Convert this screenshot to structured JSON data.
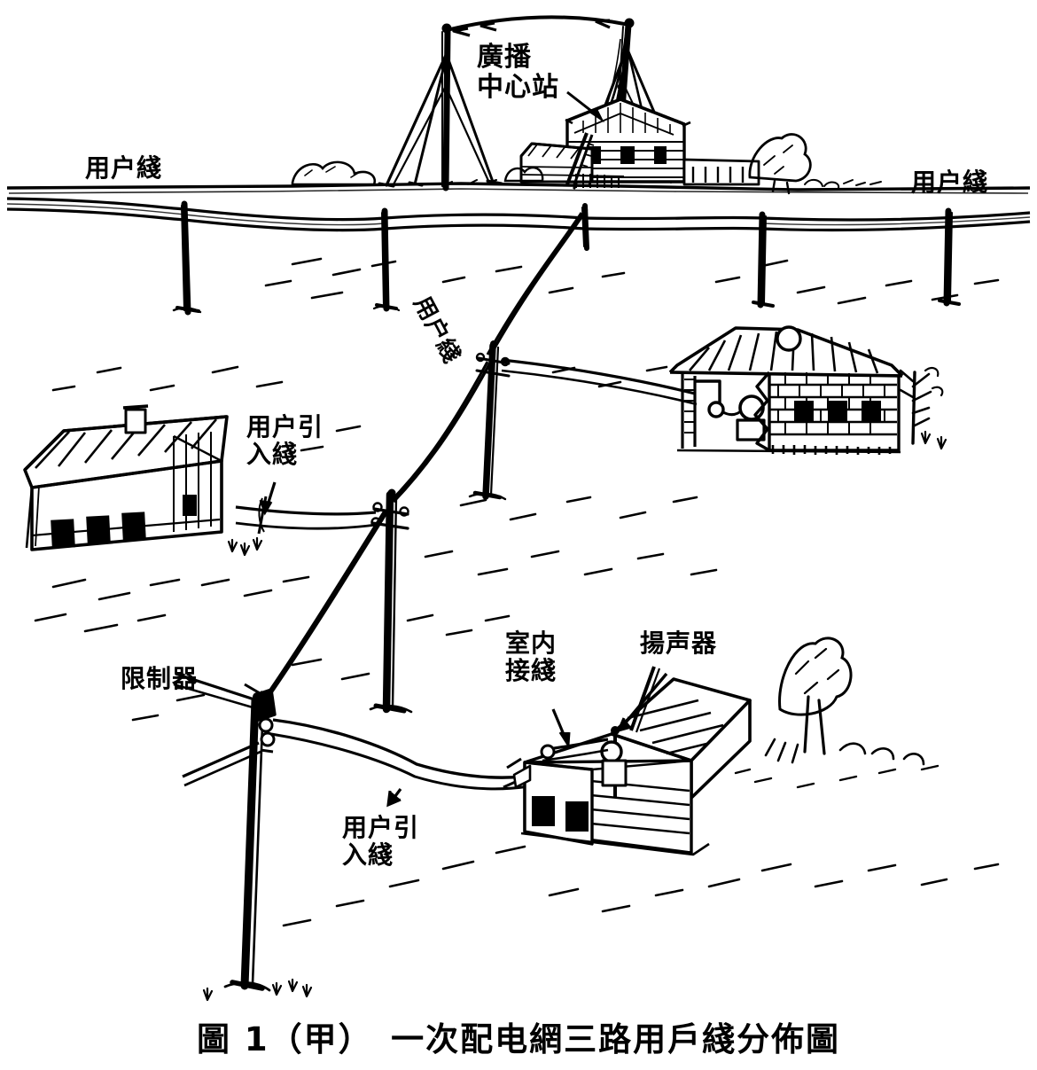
{
  "figure": {
    "caption": "圖 1（甲）　一次配电網三路用戶綫分佈圖",
    "caption_number": "圖 1（甲）",
    "caption_title": "一次配电網三路用戶綫分佈圖",
    "line_color": "#000000",
    "background_color": "#ffffff"
  },
  "labels": {
    "broadcast_center": "廣播\n中心站",
    "user_line_left": "用户綫",
    "user_line_right": "用户綫",
    "user_line_diagonal": "用户綫",
    "lead_in_left": "用户引\n入綫",
    "lead_in_bottom": "用户引\n入綫",
    "limiter": "限制器",
    "indoor_wiring": "室内\n接綫",
    "loudspeaker": "揚声器"
  },
  "elements": {
    "antenna_mast_left": "antenna-mast",
    "antenna_mast_right": "antenna-mast",
    "station_building": "broadcast-station-building",
    "house_left": "user-house-left",
    "barn_right": "cutaway-brick-house",
    "house_bottom": "cutaway-log-house",
    "poles": "utility-poles",
    "limiter_box": "limiter-box",
    "speaker_right": "loudspeaker-unit",
    "speaker_bottom": "loudspeaker-unit"
  }
}
